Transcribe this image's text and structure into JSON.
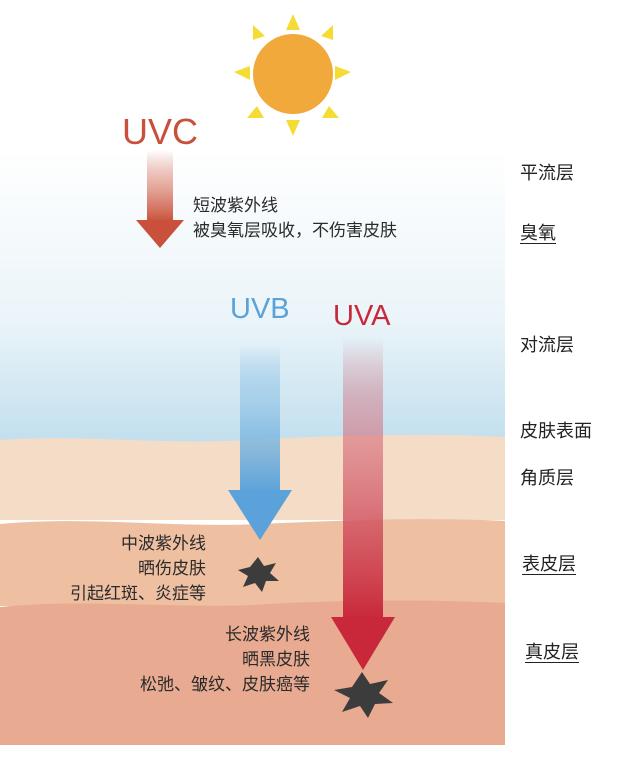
{
  "rays": {
    "uvc": "UVC",
    "uvb": "UVB",
    "uva": "UVA"
  },
  "notes": {
    "uvc": [
      "短波紫外线",
      "被臭氧层吸收，不伤害皮肤"
    ],
    "uvb": [
      "中波紫外线",
      "晒伤皮肤",
      "引起红斑、炎症等"
    ],
    "uva": [
      "长波紫外线",
      "晒黑皮肤",
      "松弛、皱纹、皮肤癌等"
    ]
  },
  "layers": {
    "stratosphere": "平流层",
    "ozone": "臭氧",
    "troposphere": "对流层",
    "skin_surface": "皮肤表面",
    "stratum_corneum": "角质层",
    "epidermis": "表皮层",
    "dermis": "真皮层"
  },
  "colors": {
    "uvc": "#c9503a",
    "uvb": "#5aa2d9",
    "uva": "#c9283a",
    "sun": "#f2a93b",
    "sun_rays": "#f5dc35",
    "sky": "#bfdcec",
    "skin_surface": "#f4dcc6",
    "epidermis": "#eebfa1",
    "dermis": "#e8ab91",
    "burst": "#3c3c3c"
  }
}
